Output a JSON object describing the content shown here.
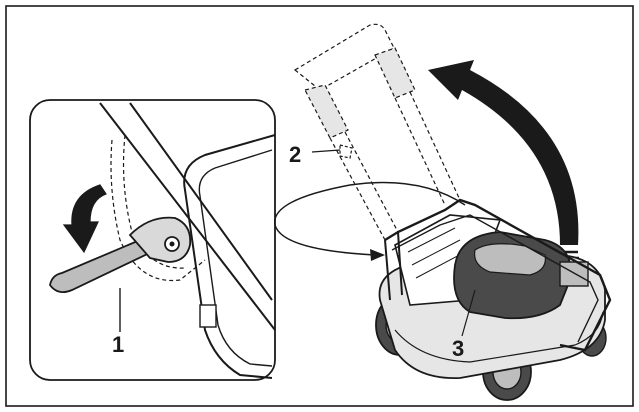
{
  "callouts": {
    "one": "1",
    "two": "2",
    "three": "3"
  },
  "colors": {
    "line": "#1a1a1a",
    "fill_light": "#e6e6e6",
    "fill_mid": "#bdbdbd",
    "fill_dark": "#4a4a4a",
    "background": "#ffffff"
  }
}
